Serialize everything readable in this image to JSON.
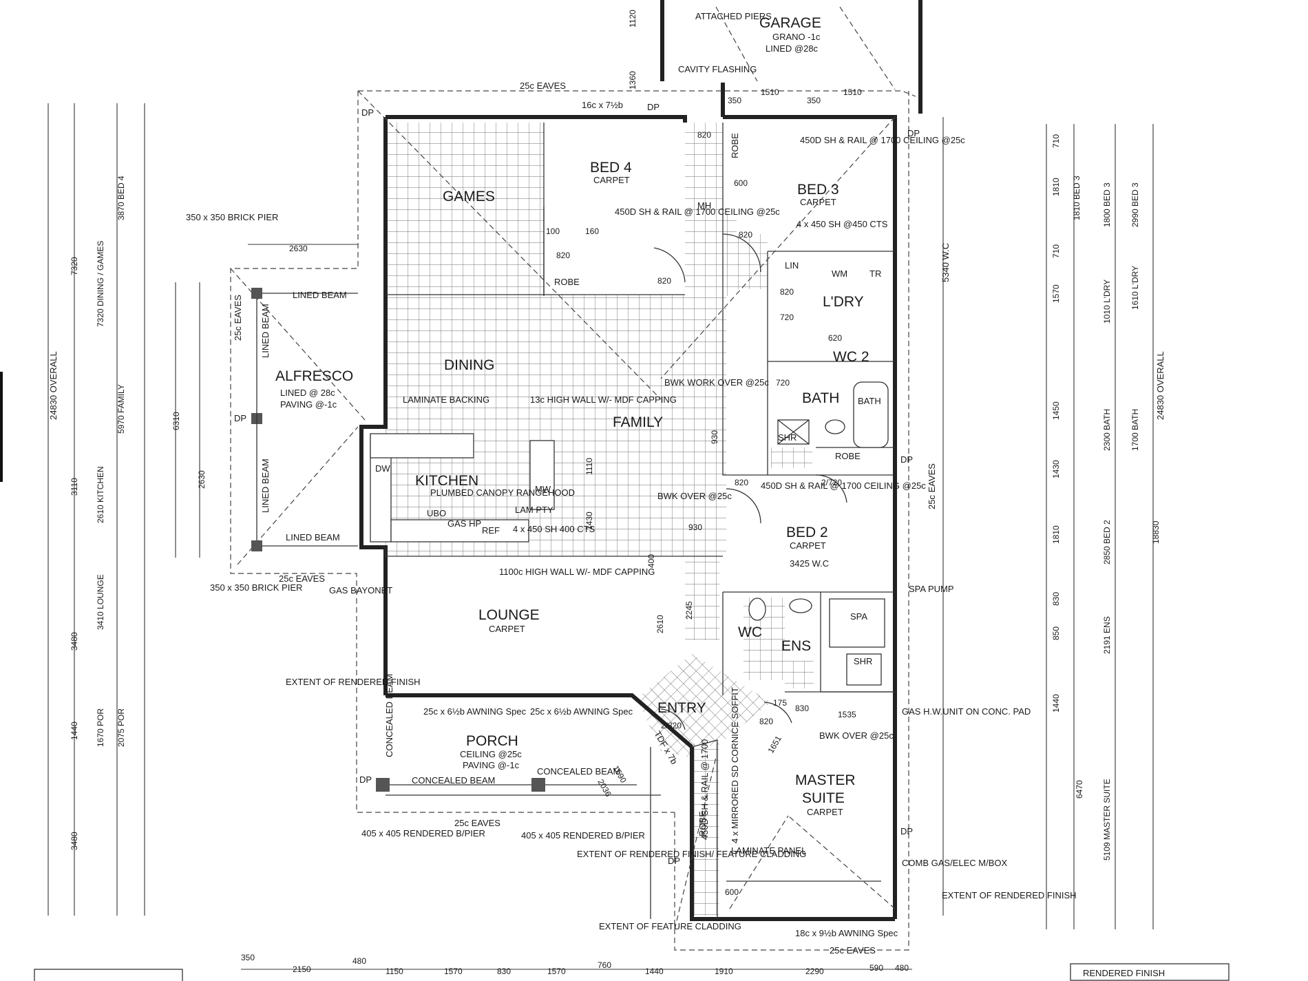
{
  "rooms": {
    "garage": "GARAGE",
    "garage_floor": "GRANO -1c",
    "garage_lined": "LINED @28c",
    "bed4": "BED 4",
    "bed3": "BED 3",
    "bed2": "BED 2",
    "games": "GAMES",
    "dining": "DINING",
    "family": "FAMILY",
    "kitchen": "KITCHEN",
    "lounge": "LOUNGE",
    "alfresco": "ALFRESCO",
    "alfresco_lined": "LINED @ 28c",
    "alfresco_paving": "PAVING @-1c",
    "porch": "PORCH",
    "porch_ceiling": "CEILING @25c",
    "porch_paving": "PAVING @-1c",
    "entry": "ENTRY",
    "master_1": "MASTER",
    "master_2": "SUITE",
    "ens": "ENS",
    "wc": "WC",
    "bath": "BATH",
    "bath_tub": "BATH",
    "spa": "SPA",
    "shr": "SHR",
    "shr2": "SHR",
    "ldry": "L'DRY",
    "wc2": "WC 2",
    "lin": "LIN",
    "wm": "WM",
    "tr": "TR",
    "mh": "MH",
    "mw": "MW",
    "ref": "REF",
    "robe": "ROBE",
    "robe_bed2": "ROBE",
    "robe_bed3": "ROBE",
    "robe_master": "ROBE",
    "carpet": "CARPET",
    "carpet_b3": "CARPET",
    "carpet_b2": "CARPET",
    "carpet_lounge": "CARPET",
    "carpet_master": "CARPET",
    "lam_pty": "LAM PTY"
  },
  "notes": {
    "attached_piers": "ATTACHED PIERS",
    "cavity_flashing": "CAVITY FLASHING",
    "eaves_top": "25c EAVES",
    "eaves_left": "25c EAVES",
    "eaves_alfresco": "25c EAVES",
    "eaves_right": "25c EAVES",
    "eaves_porch": "25c EAVES",
    "eaves_bottom": "25c EAVES",
    "window_16c": "16c x 7½b",
    "brick_pier_top": "350 x 350 BRICK PIER",
    "brick_pier_bottom": "350 x 350 BRICK PIER",
    "lined_beam_top": "LINED BEAM",
    "lined_beam_mid": "LINED BEAM",
    "lined_beam_left": "LINED BEAM",
    "lined_beam_bottom": "LINED BEAM",
    "sh_bed4": "450D SH & RAIL @ 1700 CEILING @25c",
    "sh_bed3": "450D SH & RAIL @ 1700 CEILING @25c",
    "sh_bed2": "450D SH & RAIL @ 1700 CEILING @25c",
    "sh_450": "4 x 450 SH @450 CTS",
    "sh_kitchen": "4 x 450 SH 400 CTS",
    "bwk_work": "BWK WORK OVER @25c",
    "bwk_over": "BWK OVER @25c",
    "bwk_over_master": "BWK OVER @25c",
    "high_wall": "13c HIGH WALL W/- MDF CAPPING",
    "high_wall_1100": "1100c HIGH WALL W/- MDF CAPPING",
    "laminate_backing": "LAMINATE BACKING",
    "plumbed_canopy": "PLUMBED CANOPY RANGEHOOD",
    "gas_bayonet": "GAS BAYONET",
    "gas_hp": "GAS HP",
    "ubo": "UBO",
    "dw": "DW",
    "extent_rendered": "EXTENT OF RENDERED FINISH",
    "extent_feature": "EXTENT OF RENDERED FINISH/ FEATURE CLADDING",
    "extent_cladding": "EXTENT OF FEATURE CLADDING",
    "extent_rendered_right": "EXTENT OF RENDERED FINISH",
    "concealed_beam": "CONCEALED BEAM",
    "concealed_beam_v": "CONCEALED BEAM",
    "concealed_beam_2": "CONCEALED BEAM",
    "awning_1": "25c x 6½b AWNING Spec",
    "awning_2": "25c x 6½b AWNING Spec",
    "awning_master": "18c x 9½b AWNING Spec",
    "rendered_pier_1": "405 x 405 RENDERED B/PIER",
    "rendered_pier_2": "405 x 405 RENDERED B/PIER",
    "gas_hw": "GAS H.W.UNIT ON CONC. PAD",
    "comb_gas": "COMB GAS/ELEC M/BOX",
    "spa_pump": "SPA PUMP",
    "laminate_panel": "LAMINATE PANEL",
    "mirrored_sd": "4 x MIRRORED SD CORNICE SOFFIT",
    "robe_sh": "450D SH & RAIL @ 1700",
    "tdf": "TDF x 7b",
    "w_c_3425": "3425 W.C",
    "w_c_5340": "5340 W.C",
    "overall_left": "24830 OVERALL",
    "overall_right": "24830 OVERALL",
    "rendered_finish_box": "RENDERED FINISH",
    "dp": "DP"
  },
  "dims": {
    "left_outer": [
      "7320",
      "3110",
      "3480",
      "1440",
      "3480"
    ],
    "left_inner": [
      "3870 BED 4",
      "7320 DINING / GAMES",
      "5970 FAMILY",
      "2610 KITCHEN",
      "3410 LOUNGE",
      "1670 POR",
      "2075 POR"
    ],
    "alfresco": [
      "2630",
      "6310",
      "2630"
    ],
    "top_small": [
      "1510",
      "1510",
      "350",
      "350",
      "1120",
      "1360",
      "820"
    ],
    "right_inner": [
      "1810 BED 3",
      "1800 BED 3",
      "2990 BED 3",
      "1610 L'DRY",
      "1010 L'DRY",
      "2300 BATH",
      "1700 BATH",
      "2850 BED 2",
      "2191 ENS",
      "5109 MASTER SUITE",
      "6470",
      "18830"
    ],
    "right_outer": [
      "710",
      "1810",
      "710",
      "1570",
      "1450",
      "1430",
      "1810",
      "830",
      "850",
      "1440"
    ],
    "bottom": [
      "350",
      "2150",
      "480",
      "1150",
      "1570",
      "830",
      "1570",
      "760",
      "1440",
      "1910",
      "2290",
      "590",
      "480"
    ],
    "doors": [
      "820",
      "820",
      "820",
      "820",
      "820",
      "720",
      "720",
      "620",
      "820",
      "2/720",
      "2/820",
      "600",
      "600",
      "930",
      "930",
      "1110",
      "1430",
      "400",
      "2610",
      "2245",
      "1690",
      "2036",
      "175",
      "830",
      "1535",
      "1651",
      "100",
      "160"
    ]
  }
}
